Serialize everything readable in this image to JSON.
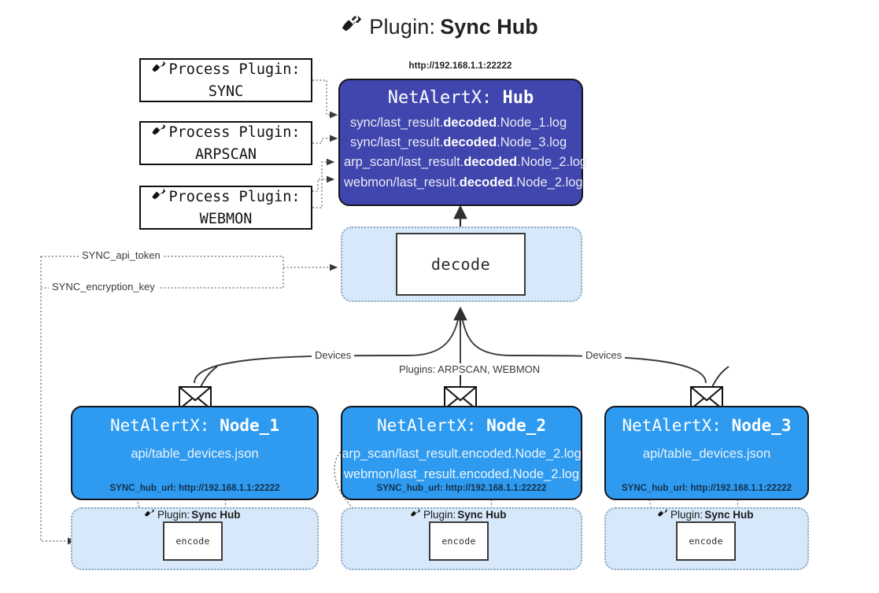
{
  "header": {
    "icon": "plug-icon",
    "prefix": "Plugin:",
    "title": "Sync Hub"
  },
  "process_plugins": [
    {
      "icon": "plug-icon",
      "label": "Process Plugin:",
      "name": "SYNC"
    },
    {
      "icon": "plug-icon",
      "label": "Process Plugin:",
      "name": "ARPSCAN"
    },
    {
      "icon": "plug-icon",
      "label": "Process Plugin:",
      "name": "WEBMON"
    }
  ],
  "hub": {
    "url_label": "http://192.168.1.1:22222",
    "title_prefix": "NetAlertX:",
    "title_name": "Hub",
    "lines": [
      {
        "pre": "sync/last_result.",
        "em": "decoded",
        "post": ".Node_1.log"
      },
      {
        "pre": "sync/last_result.",
        "em": "decoded",
        "post": ".Node_3.log"
      },
      {
        "pre": "arp_scan/last_result.",
        "em": "decoded",
        "post": ".Node_2.log"
      },
      {
        "pre": "webmon/last_result.",
        "em": "decoded",
        "post": ".Node_2.log"
      }
    ]
  },
  "decode": {
    "label": "decode"
  },
  "secrets": [
    {
      "label": "SYNC_api_token"
    },
    {
      "label": "SYNC_encryption_key"
    }
  ],
  "edge_labels": {
    "devices_left": "Devices",
    "devices_right": "Devices",
    "plugins_middle": "Plugins: ARPSCAN, WEBMON"
  },
  "nodes": [
    {
      "icon": "envelope-icon",
      "title_prefix": "NetAlertX:",
      "title_name": "Node_1",
      "lines": [
        "api/table_devices.json"
      ],
      "url": "SYNC_hub_url: http://192.168.1.1:22222",
      "plugin_label_prefix": "Plugin:",
      "plugin_label_name": "Sync Hub",
      "encode_label": "encode"
    },
    {
      "icon": "envelope-icon",
      "title_prefix": "NetAlertX:",
      "title_name": "Node_2",
      "lines": [
        "arp_scan/last_result.encoded.Node_2.log",
        "webmon/last_result.encoded.Node_2.log"
      ],
      "url": "SYNC_hub_url: http://192.168.1.1:22222",
      "plugin_label_prefix": "Plugin:",
      "plugin_label_name": "Sync Hub",
      "encode_label": "encode"
    },
    {
      "icon": "envelope-icon",
      "title_prefix": "NetAlertX:",
      "title_name": "Node_3",
      "lines": [
        "api/table_devices.json"
      ],
      "url": "SYNC_hub_url: http://192.168.1.1:22222",
      "plugin_label_prefix": "Plugin:",
      "plugin_label_name": "Sync Hub",
      "encode_label": "encode"
    }
  ],
  "colors": {
    "hub_fill": "#4046ad",
    "node_fill": "#2e9bf0",
    "region_fill": "#d6e8fa",
    "stroke": "#14151c",
    "dotted": "#6b6b6b"
  }
}
